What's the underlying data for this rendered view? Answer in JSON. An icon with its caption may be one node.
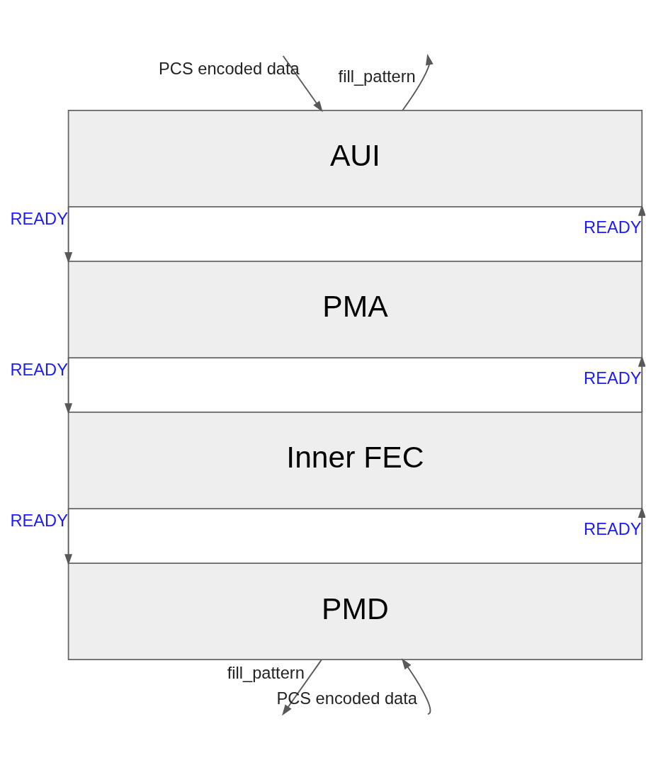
{
  "diagram": {
    "nodes": [
      {
        "text": [
          "AUI"
        ]
      },
      {
        "text": [
          "PMA"
        ]
      },
      {
        "text": [
          "Inner FEC"
        ]
      },
      {
        "text": [
          "PMD"
        ]
      }
    ],
    "edges": [
      {
        "from": null,
        "to": 0,
        "arrow": "to",
        "label": "PCS encoded data"
      },
      {
        "from": 0,
        "to": null,
        "arrow": "to",
        "label": "fill_pattern"
      },
      {
        "from": 0,
        "to": 1,
        "arrow": "to",
        "label": "READY"
      },
      {
        "from": 1,
        "to": 0,
        "arrow": "to",
        "label": "READY"
      },
      {
        "from": 1,
        "to": 2,
        "arrow": "to",
        "label": "READY"
      },
      {
        "from": 2,
        "to": 1,
        "arrow": "to",
        "label": "READY"
      },
      {
        "from": 2,
        "to": 3,
        "arrow": "to",
        "label": "READY"
      },
      {
        "from": 3,
        "to": 2,
        "arrow": "to",
        "label": "READY"
      },
      {
        "from": 3,
        "to": null,
        "arrow": "to",
        "label": "fill_pattern"
      },
      {
        "from": null,
        "to": 3,
        "arrow": "to",
        "label": "PCS encoded data"
      }
    ]
  }
}
